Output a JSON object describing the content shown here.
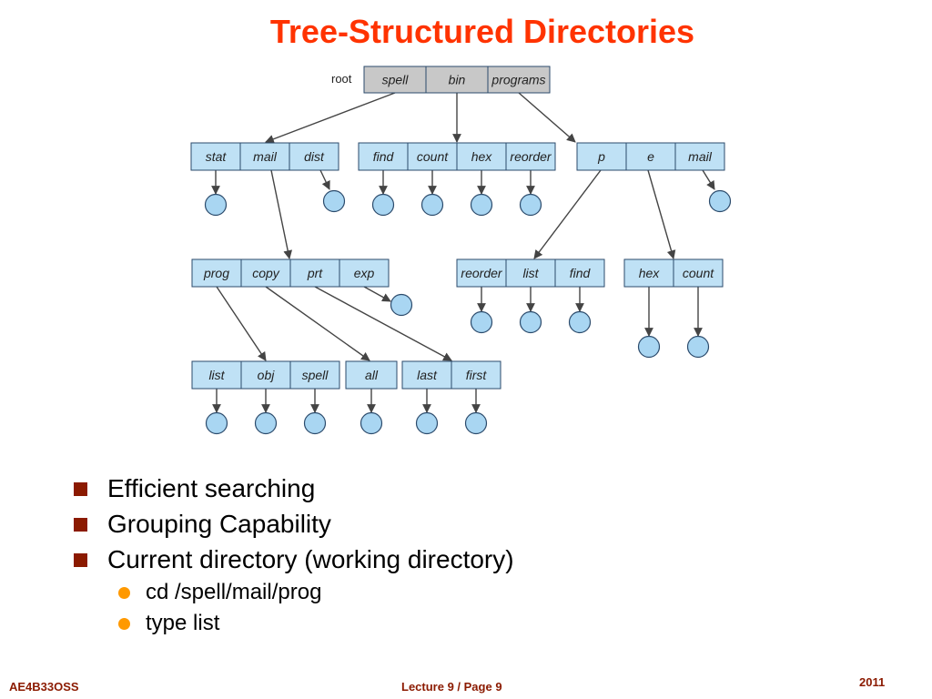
{
  "title": "Tree-Structured Directories",
  "diagram": {
    "root_label": "root",
    "level0": [
      "spell",
      "bin",
      "programs"
    ],
    "level1a": [
      "stat",
      "mail",
      "dist"
    ],
    "level1b": [
      "find",
      "count",
      "hex",
      "reorder"
    ],
    "level1c": [
      "p",
      "e",
      "mail"
    ],
    "level2a": [
      "prog",
      "copy",
      "prt",
      "exp"
    ],
    "level2b": [
      "reorder",
      "list",
      "find"
    ],
    "level2c": [
      "hex",
      "count"
    ],
    "level3a": [
      "list",
      "obj",
      "spell"
    ],
    "level3b": [
      "all"
    ],
    "level3c": [
      "last",
      "first"
    ],
    "colors": {
      "root_fill": "#c8c8c8",
      "cell_fill": "#bfe1f5",
      "file_fill": "#a9d6f2",
      "stroke": "#2b4a6b"
    }
  },
  "bullets": [
    "Efficient searching",
    "Grouping Capability",
    "Current directory (working directory)"
  ],
  "subbullets": [
    "cd /spell/mail/prog",
    "type list"
  ],
  "footer": {
    "left": "AE4B33OSS",
    "center": "Lecture 9 / Page 9",
    "right": "2011"
  },
  "colors": {
    "title": "#ff3300",
    "bullet_square": "#8b1a00",
    "sub_bullet_dot": "#ff9900"
  }
}
